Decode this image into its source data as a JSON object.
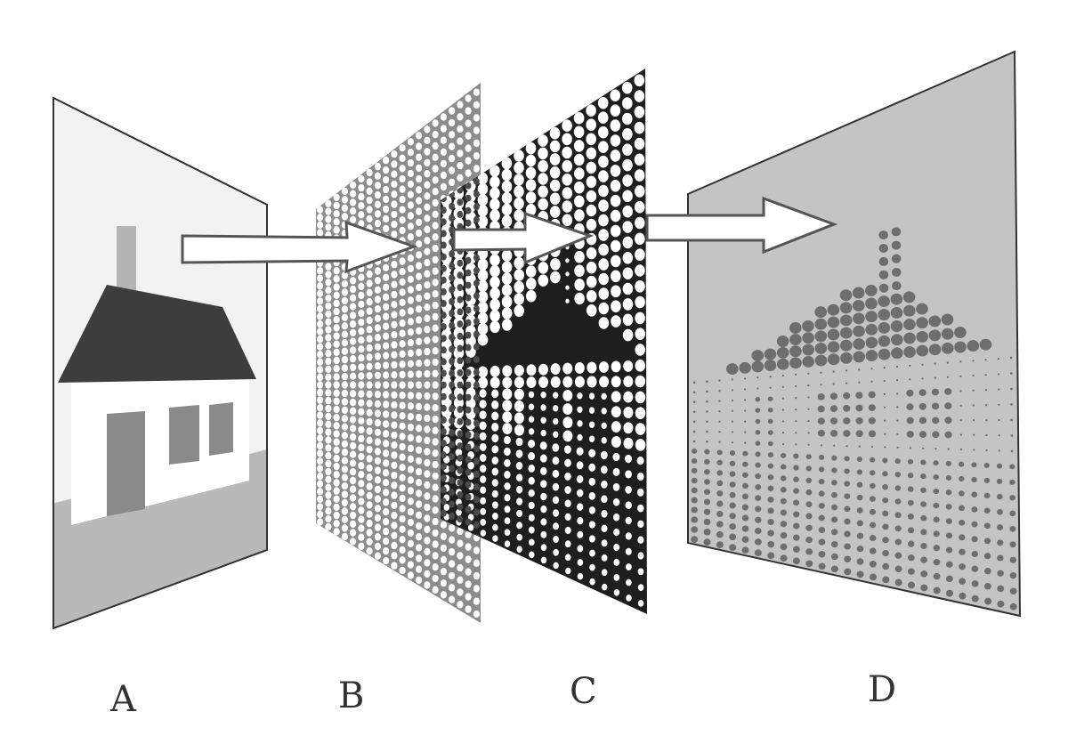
{
  "labels": {
    "a": "A",
    "b": "B",
    "c": "C",
    "d": "D"
  },
  "colors": {
    "panel_stroke": "#333333",
    "sky": "#f2f2f2",
    "ground": "#b9b9b9",
    "roof": "#3d3d3d",
    "chimney": "#b4b4b4",
    "wall": "#ffffff",
    "door": "#8a8a8a",
    "window": "#8a8a8a",
    "screen": "#8c8c8c",
    "black_panel": "#1e1e1e",
    "halftone_bg": "#c4c4c4",
    "halftone_dot": "#6e6e6e",
    "arrow_fill": "#ffffff",
    "arrow_stroke": "#555555"
  }
}
